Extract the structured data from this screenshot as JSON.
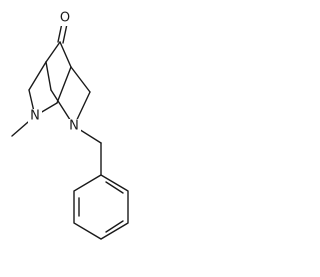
{
  "atoms": {
    "carbonyl_oxygen": "O",
    "nitrogen_left": "N",
    "nitrogen_right": "N"
  }
}
